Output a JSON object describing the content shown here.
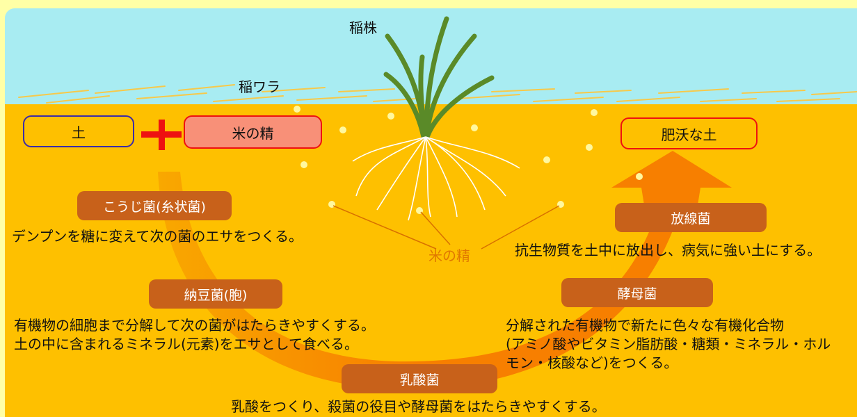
{
  "labels": {
    "rice_plant": "稲株",
    "rice_straw": "稲ワラ",
    "rice_essence_center": "米の精"
  },
  "boxes": {
    "soil": "土",
    "rice_essence": "米の精",
    "fertile_soil": "肥沃な土"
  },
  "microbes": [
    {
      "name": "こうじ菌(糸状菌)",
      "desc": [
        "デンプンを糖に変えて次の菌のエサをつくる。"
      ]
    },
    {
      "name": "納豆菌(胞)",
      "desc": [
        "有機物の細胞まで分解して次の菌がはたらきやすくする。",
        "土の中に含まれるミネラル(元素)をエサとして食べる。"
      ]
    },
    {
      "name": "乳酸菌",
      "desc": [
        "乳酸をつくり、殺菌の役目や酵母菌をはたらきやすくする。"
      ]
    },
    {
      "name": "酵母菌",
      "desc": [
        "分解された有機物で新たに色々な有機化合物",
        "(アミノ酸やビタミン脂肪酸・糖類・ミネラル・ホル",
        "モン・核酸など)をつくる。"
      ]
    },
    {
      "name": "放線菌",
      "desc": [
        "抗生物質を土中に放出し、病気に強い土にする。"
      ]
    }
  ],
  "colors": {
    "sky": "#a8ecf2",
    "soil": "#fec000",
    "arrow": "#f77f00",
    "pill": "#c8611a",
    "plus": "#ee1111",
    "soil_box_border": "#3c2ba8",
    "rice_box_fill": "#f89078",
    "fertile_box_border": "#ee1111"
  }
}
